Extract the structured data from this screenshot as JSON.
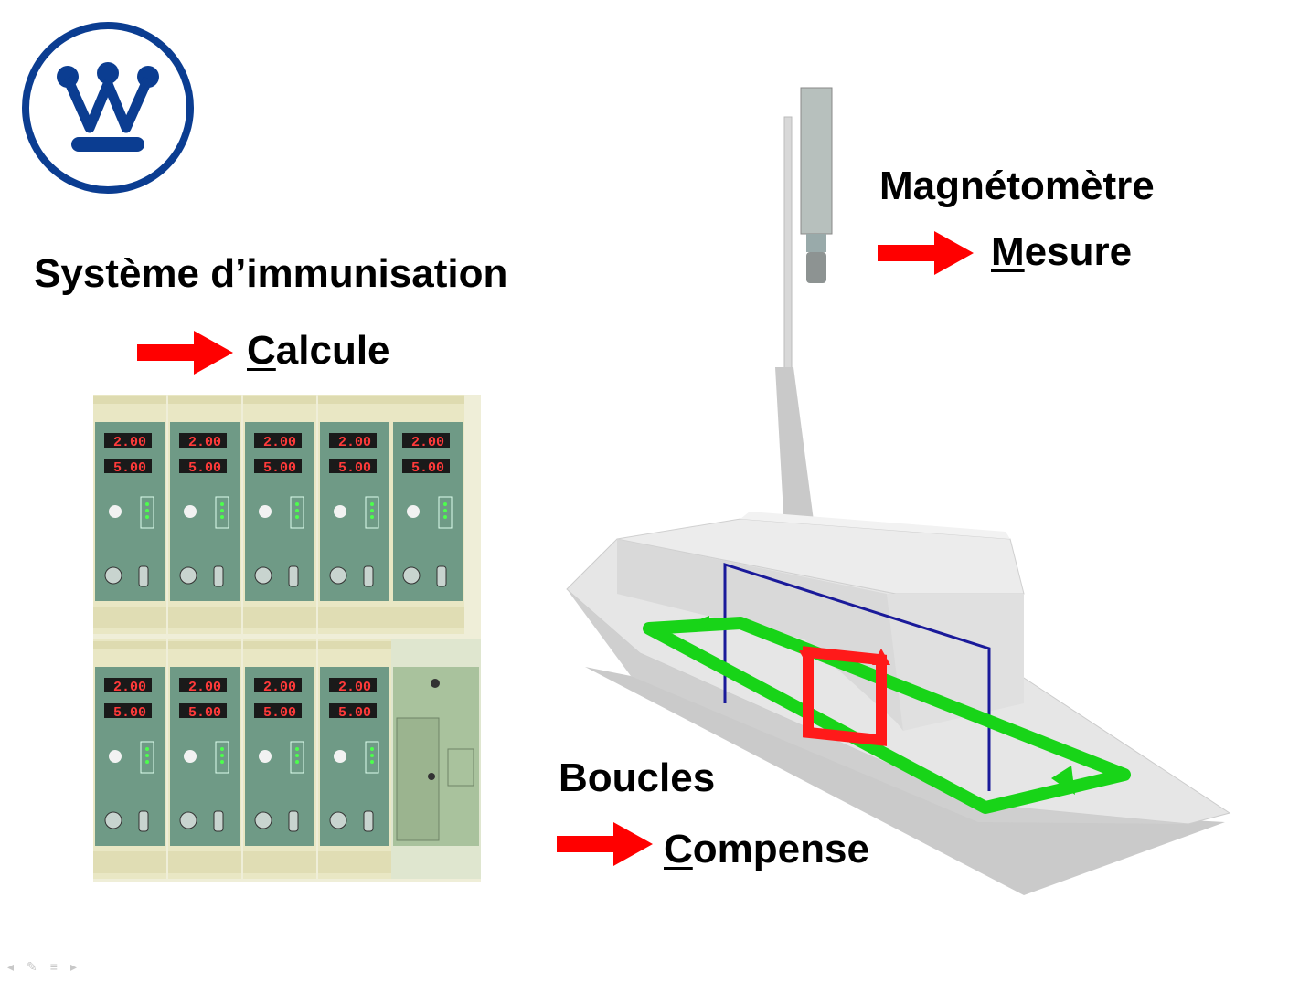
{
  "slide": {
    "system_title": "Système d’immunisation",
    "system_action_first": "C",
    "system_action_rest": "alcule",
    "magnetometer_title": "Magnétomètre",
    "magnetometer_action_first": "M",
    "magnetometer_action_rest": "esure",
    "loops_title": "Boucles",
    "loops_action_first": "C",
    "loops_action_rest": "ompense"
  },
  "modules": {
    "readout_top": "2.00",
    "readout_bottom": "5.00"
  },
  "colors": {
    "logo_blue": "#0b3d91",
    "arrow_red": "#ff0000",
    "panel_green": "#6f9a86",
    "loop_green": "#1ec81e",
    "loop_red": "#ff1a1a",
    "hull_gray": "#d9d9d9"
  },
  "icons": {
    "logo": "westinghouse-logo-icon",
    "arrow": "right-arrow-icon",
    "nav": [
      "back-icon",
      "pen-icon",
      "menu-icon",
      "forward-icon"
    ]
  }
}
